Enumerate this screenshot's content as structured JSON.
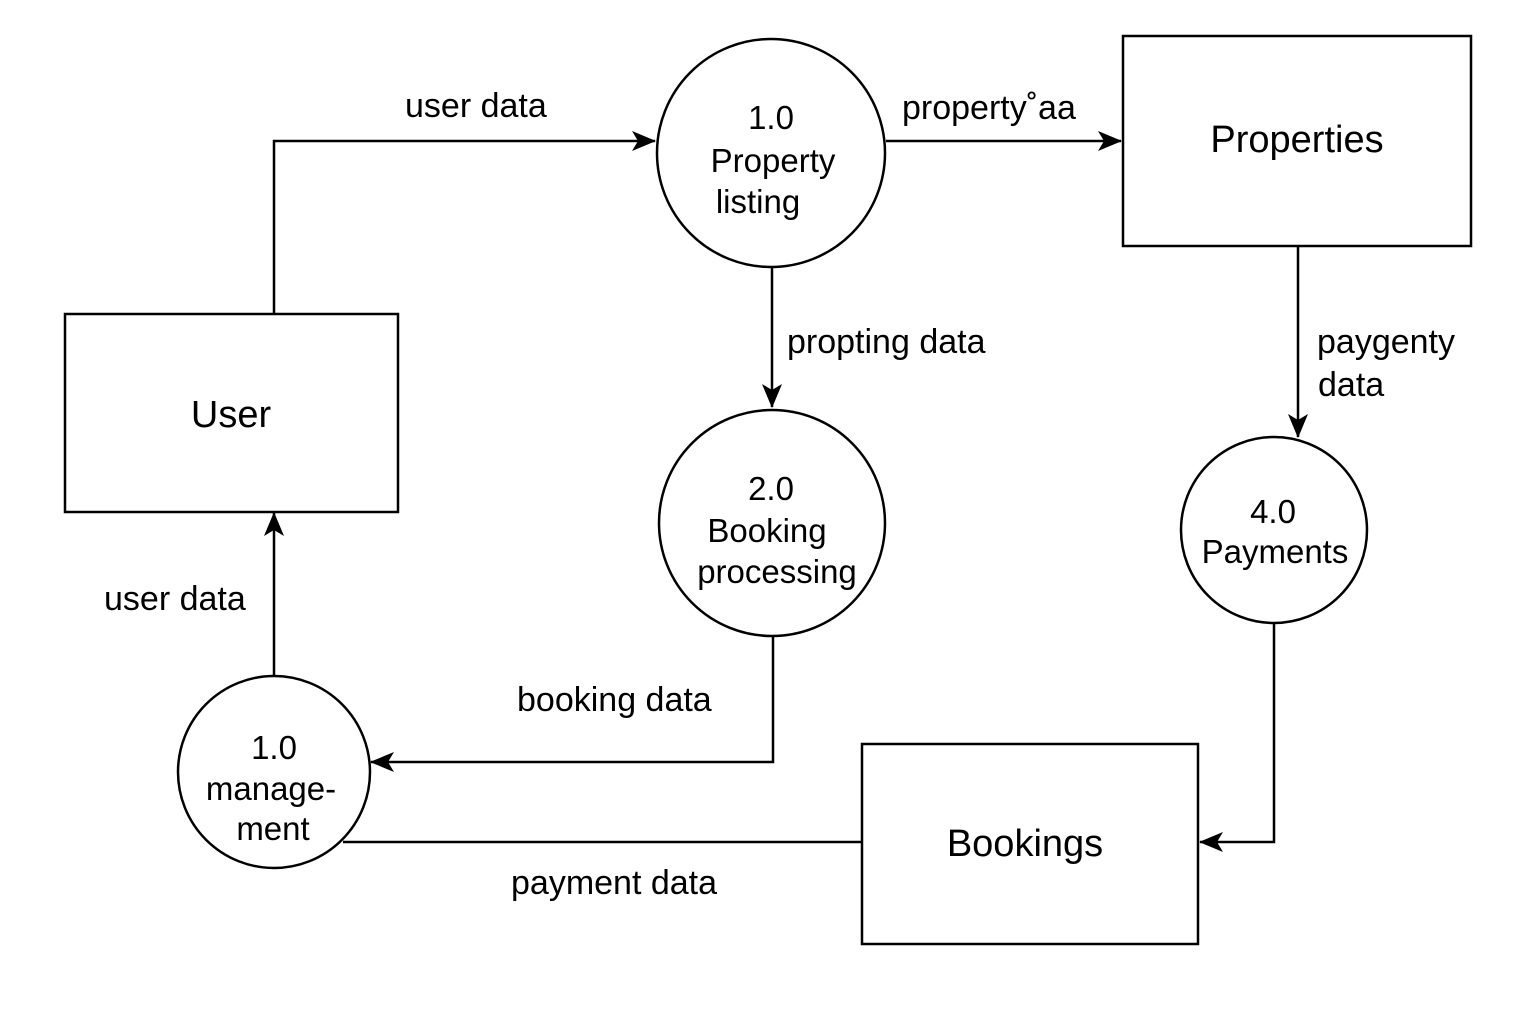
{
  "diagram": {
    "entities": {
      "user": "User",
      "properties": "Properties",
      "bookings": "Bookings"
    },
    "processes": {
      "property_listing": {
        "number": "1.0",
        "line1": "Property",
        "line2": "listing"
      },
      "booking_processing": {
        "number": "2.0",
        "line1": "Booking",
        "line2": "processing"
      },
      "payments": {
        "number": "4.0",
        "line1": "Payments"
      },
      "management": {
        "number": "1.0",
        "line1": "manage-",
        "line2": "ment"
      }
    },
    "flows": {
      "user_to_listing": "user data",
      "listing_to_properties": "property˚aa",
      "listing_to_booking": "propting data",
      "properties_to_payments_line1": "paygenty",
      "properties_to_payments_line2": "data",
      "management_to_user": "user data",
      "booking_to_management": "booking data",
      "bookings_to_management": "payment data"
    }
  }
}
